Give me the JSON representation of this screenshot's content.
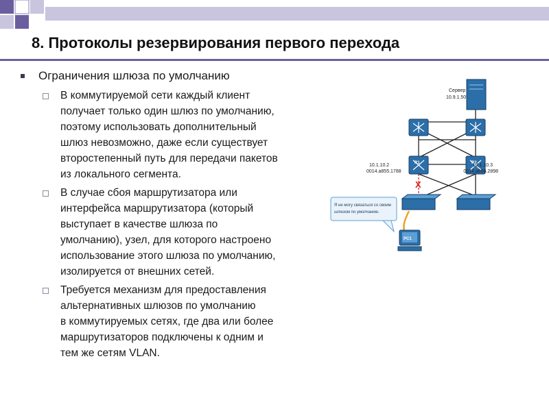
{
  "slide": {
    "title": "8. Протоколы резервирования первого перехода",
    "bullet": "Ограничения шлюза по умолчанию",
    "subbullets": [
      "В коммутируемой сети каждый клиент\nполучает только один шлюз по умолчанию,\nпоэтому использовать дополнительный\nшлюз невозможно, даже если существует\nвторостепенный путь для передачи пакетов\nиз локального сегмента.",
      "В случае сбоя маршрутизатора или\nинтерфейса маршрутизатора (который\nвыступает в качестве шлюза по\nумолчанию), узел, для которого настроено\nиспользование этого шлюза по умолчанию,\nизолируется от внешних сетей.",
      "Требуется механизм для предоставления\nальтернативных шлюзов по умолчанию\nв коммутируемых сетях, где два или более\nмаршрутизаторов подключены к одним и\nтем же сетям VLAN."
    ]
  },
  "diagram": {
    "server_label": "Сервер",
    "server_ip": "10.9.1.50",
    "r1_label": "R1",
    "r1_ip": "10.1.10.2",
    "r1_mac": "0014.a855.1788",
    "r2_label": "R2",
    "r2_ip": "10.1.10.3",
    "r2_mac": "0014.a866.2898",
    "failure_mark": "X",
    "callout_line1": "Я не могу связаться со своим",
    "callout_line2": "шлюзом по умолчанию.",
    "pc_label": "PC1",
    "colors": {
      "device": "#2b6ea8",
      "device_light": "#5b9fd6",
      "link": "#222222",
      "failure": "#e02020",
      "pc_link": "#f0a020",
      "accent": "#6b5e9e"
    }
  }
}
